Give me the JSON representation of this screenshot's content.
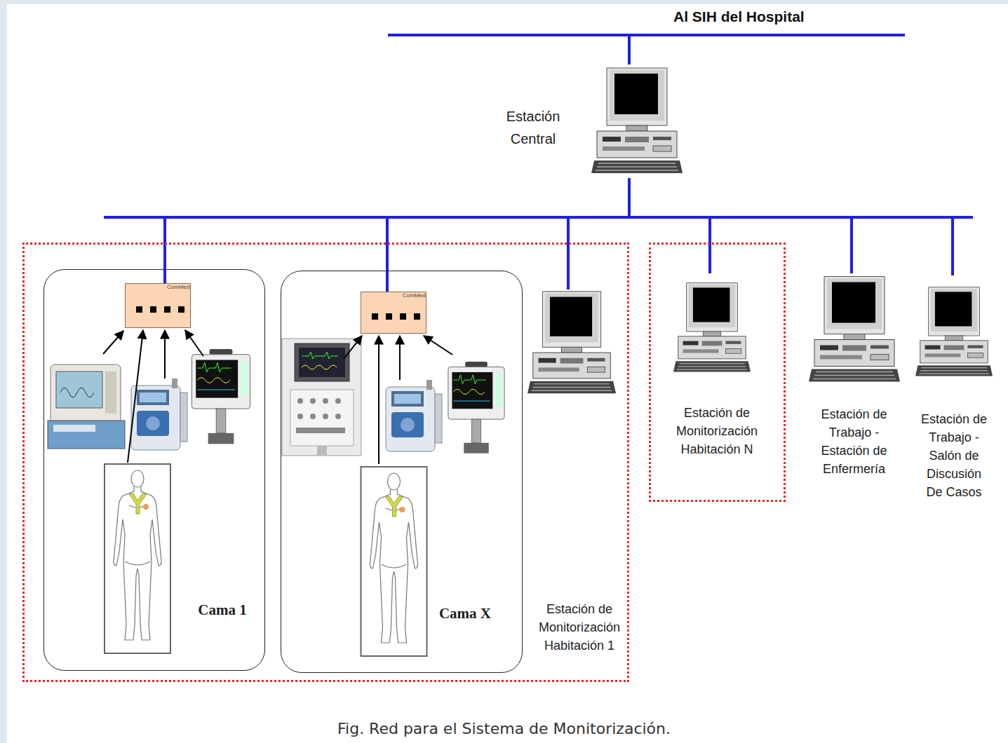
{
  "diagram": {
    "caption": "Fig. Red para el Sistema de Monitorización.",
    "nodes": [
      {
        "text": [
          "Estación Central"
        ]
      },
      {
        "text": [
          "Estación de Monitorización Habitación 1"
        ]
      },
      {
        "text": [
          "Cama 1"
        ],
        "in": 1
      },
      {
        "text": [
          "ComMed"
        ],
        "in": 2
      },
      {
        "text": [
          "Cama X"
        ],
        "in": 1
      },
      {
        "text": [
          "ComMed"
        ],
        "in": 4
      },
      {
        "text": [
          "Estación de Monitorización Habitación N"
        ]
      },
      {
        "text": [
          "Estación de Trabajo - Estación de Enfermería"
        ]
      },
      {
        "text": [
          "Estación de Trabajo - Salón de Discusión De Casos"
        ]
      }
    ],
    "edges": [
      {
        "from": 0,
        "to": 3,
        "arrow": "none"
      },
      {
        "from": 0,
        "to": 5,
        "arrow": "none"
      },
      {
        "from": 0,
        "to": 1,
        "arrow": "none"
      },
      {
        "from": 0,
        "to": 6,
        "arrow": "none"
      },
      {
        "from": 0,
        "to": 7,
        "arrow": "none"
      },
      {
        "from": 0,
        "to": 8,
        "arrow": "none"
      }
    ],
    "labels": [
      "Al SIH del Hospital"
    ]
  }
}
